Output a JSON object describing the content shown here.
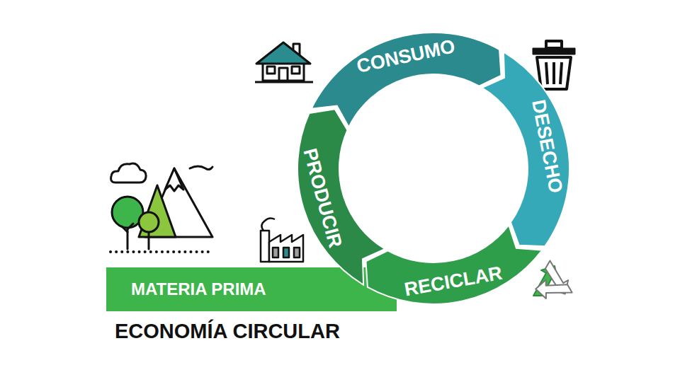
{
  "diagram": {
    "title": "ECONOMÍA CIRCULAR",
    "nodes": [
      {
        "text": [
          "MATERIA PRIMA"
        ]
      },
      {
        "text": [
          "PRODUCIR"
        ]
      },
      {
        "text": [
          "CONSUMO"
        ]
      },
      {
        "text": [
          "DESECHO"
        ]
      },
      {
        "text": [
          "RECICLAR"
        ]
      }
    ]
  }
}
